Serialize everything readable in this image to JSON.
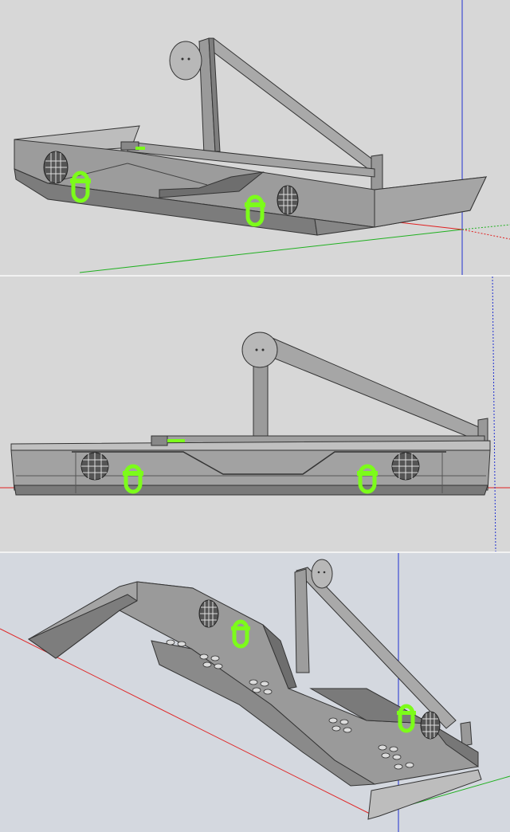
{
  "scene": {
    "title": "",
    "views": [
      "perspective-front",
      "elevation-front",
      "perspective-under"
    ]
  },
  "colors": {
    "background_top": "#d7d7d7",
    "background_bottom": "#d4d8df",
    "steel_light": "#b4b4b4",
    "steel_mid": "#8f8f8f",
    "steel_dark": "#6e6e6e",
    "shackle_green": "#7cfc1a",
    "axis_red": "#e02020",
    "axis_green": "#20b020",
    "axis_blue": "#2030d0"
  },
  "icons": {
    "shackle": "d-ring-shackle",
    "light": "round-grille-light",
    "tire_mount": "spare-tire-plate"
  }
}
